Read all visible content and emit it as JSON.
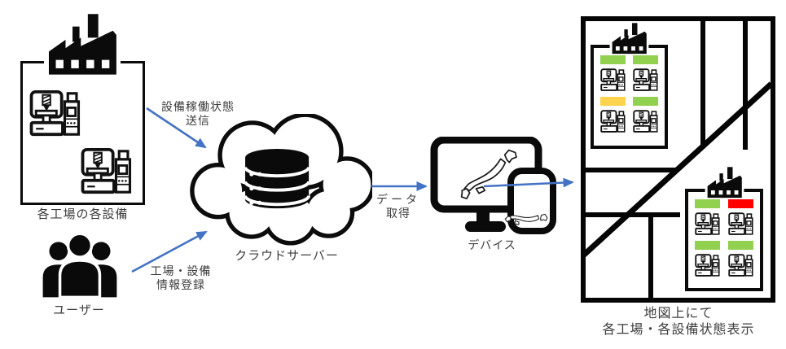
{
  "colors": {
    "arrow_blue": "#4472C4",
    "status_ok_green": "#92D050",
    "status_warn_yellow": "#FFD34D",
    "status_alert_red": "#FF0000"
  },
  "factory_section": {
    "caption": "各工場の各設備"
  },
  "users_section": {
    "caption": "ユーザー"
  },
  "flows": {
    "send_status": {
      "line1": "設備稼働状態",
      "line2": "送信"
    },
    "register_info": {
      "line1": "工場・設備",
      "line2": "情報登録"
    },
    "fetch_data": {
      "line1": "データ",
      "line2": "取得"
    }
  },
  "cloud_section": {
    "caption": "クラウドサーバー"
  },
  "device_section": {
    "caption": "デバイス"
  },
  "map_section": {
    "caption_line1": "地図上にて",
    "caption_line2": "各工場・各設備状態表示",
    "factories": [
      {
        "id": "map-factory-top-left",
        "equipment_statuses": [
          {
            "state": "normal",
            "color": "#92D050"
          },
          {
            "state": "normal",
            "color": "#92D050"
          },
          {
            "state": "warning",
            "color": "#FFD34D"
          },
          {
            "state": "normal",
            "color": "#92D050"
          }
        ]
      },
      {
        "id": "map-factory-bottom-right",
        "equipment_statuses": [
          {
            "state": "normal",
            "color": "#92D050"
          },
          {
            "state": "error",
            "color": "#FF0000"
          },
          {
            "state": "normal",
            "color": "#92D050"
          },
          {
            "state": "normal",
            "color": "#92D050"
          }
        ]
      }
    ]
  }
}
